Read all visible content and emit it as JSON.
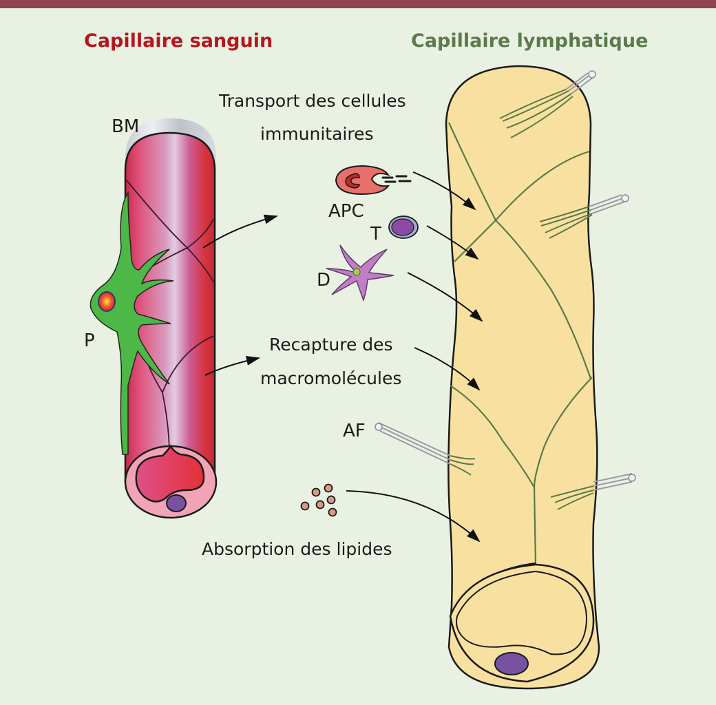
{
  "colors": {
    "background": "#e9f2e2",
    "top_bar": "#8e4452",
    "blood_title": "#b5151f",
    "lymph_title": "#5c7a4c",
    "blood_vessel_dark": "#c9344f",
    "blood_vessel_light": "#dcc3dc",
    "blood_vessel_red": "#d8313b",
    "pericyte": "#4db848",
    "lymph_vessel": "#f8e0a0",
    "junction_line": "#5a7a46",
    "nucleus": "#7852a0",
    "apc": "#e8706a",
    "t_cell": "#8c4aa6",
    "dendritic_cell": "#c27ec4",
    "lipid": "#d89a86",
    "anchoring_filament": "#a8a8b0"
  },
  "titles": {
    "blood": "Capillaire sanguin",
    "lymph": "Capillaire lymphatique"
  },
  "labels": {
    "bm": "BM",
    "p": "P",
    "apc": "APC",
    "t": "T",
    "d": "D",
    "af": "AF",
    "transport_line1": "Transport des cellules",
    "transport_line2": "immunitaires",
    "recapture_line1": "Recapture des",
    "recapture_line2": "macromolécules",
    "absorption": "Absorption des lipides"
  }
}
